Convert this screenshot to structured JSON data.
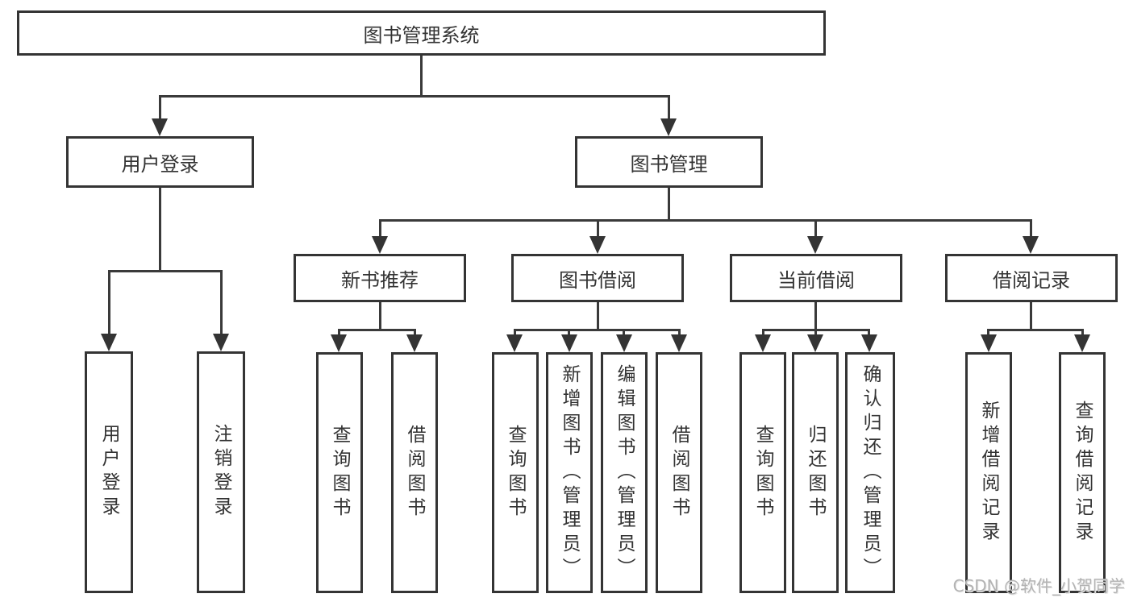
{
  "tree": {
    "label": "图书管理系统",
    "children": [
      {
        "label": "用户登录",
        "children": [
          {
            "label": "用户登录"
          },
          {
            "label": "注销登录"
          }
        ]
      },
      {
        "label": "图书管理",
        "children": [
          {
            "label": "新书推荐",
            "children": [
              {
                "label": "查询图书"
              },
              {
                "label": "借阅图书"
              }
            ]
          },
          {
            "label": "图书借阅",
            "children": [
              {
                "label": "查询图书"
              },
              {
                "label": "新增图书（管理员）"
              },
              {
                "label": "编辑图书（管理员）"
              },
              {
                "label": "借阅图书"
              }
            ]
          },
          {
            "label": "当前借阅",
            "children": [
              {
                "label": "查询图书"
              },
              {
                "label": "归还图书"
              },
              {
                "label": "确认归还（管理员）"
              }
            ]
          },
          {
            "label": "借阅记录",
            "children": [
              {
                "label": "新增借阅记录"
              },
              {
                "label": "查询借阅记录"
              }
            ]
          }
        ]
      }
    ]
  },
  "watermark": "CSDN @软件_小贺同学",
  "colors": {
    "line": "#3a3a3a",
    "border": "#343434",
    "text": "#333333",
    "watermark": "#b3b3b3",
    "background": "#ffffff"
  }
}
